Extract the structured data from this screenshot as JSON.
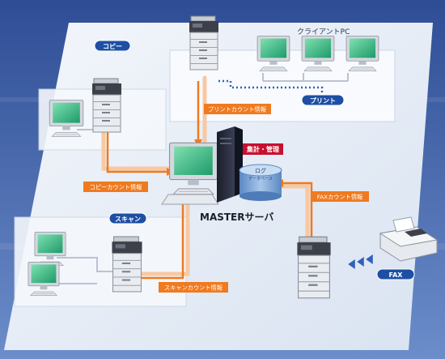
{
  "labels": {
    "copy": "コピー",
    "scan": "スキャン",
    "print": "プリント",
    "fax": "FAX",
    "client_pc": "クライアントPC",
    "print_count": "プリントカウント情報",
    "copy_count": "コピーカウント情報",
    "scan_count": "スキャンカウント情報",
    "fax_count": "FAXカウント情報",
    "tally": "集計・管理",
    "log_db_title": "ログ",
    "log_db_sub": "データベース",
    "master_server": "MASTERサーバ"
  },
  "colors": {
    "bg_top": "#2e4d95",
    "bg_bottom": "#5d7fbf",
    "platform": "#e9eff8",
    "panel": "#f8fafd",
    "orange": "#f07a1f",
    "blue_pill": "#1d4fa5",
    "red_badge": "#c8102e",
    "arrow_light": "#f8c9a4",
    "db_blue": "#6f9cd0"
  },
  "icons": [
    "mfp-printer-icon",
    "monitor-icon",
    "keyboard-icon",
    "tower-server-icon",
    "database-icon",
    "fax-machine-icon",
    "chevron-arrow-icon"
  ]
}
